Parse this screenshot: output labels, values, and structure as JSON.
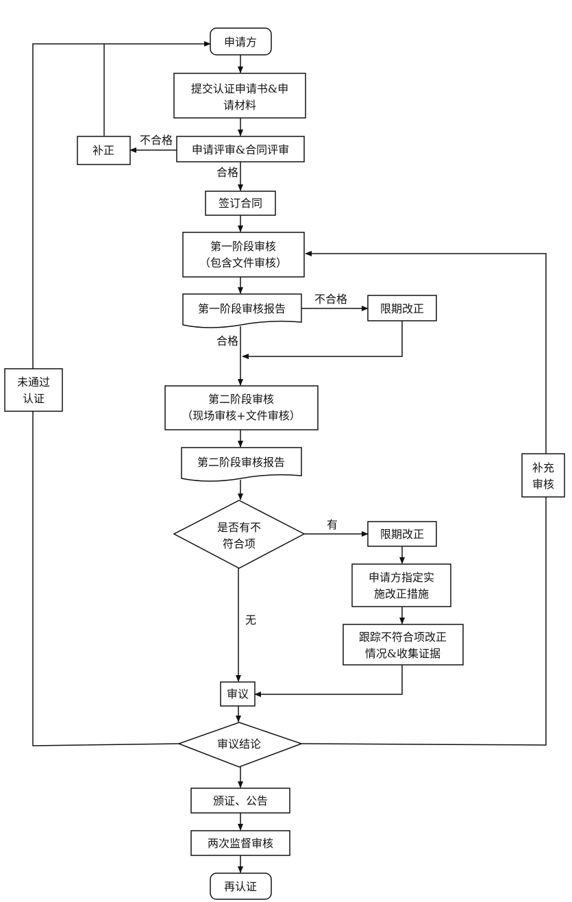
{
  "nodes": {
    "applicant": "申请方",
    "submit_1": "提交认证申请书&申",
    "submit_2": "请材料",
    "review": "申请评审&合同评审",
    "correction": "补正",
    "sign": "签订合同",
    "stage1_1": "第一阶段审核",
    "stage1_2": "（包含文件审核）",
    "stage1_report": "第一阶段审核报告",
    "rectify_1": "限期改正",
    "stage2_1": "第二阶段审核",
    "stage2_2": "（现场审核+文件审核）",
    "stage2_report": "第二阶段审核报告",
    "nonconform_1": "是否有不",
    "nonconform_2": "符合项",
    "rectify_2": "限期改正",
    "measures_1": "申请方指定实",
    "measures_2": "施改正措施",
    "track_1": "跟踪不符合项改正",
    "track_2": "情况&收集证据",
    "deliberation": "审议",
    "conclusion": "审议结论",
    "issue": "颁证、公告",
    "surveillance": "两次监督审核",
    "recert": "再认证",
    "failed_1": "未通过",
    "failed_2": "认证",
    "supplement_1": "补充",
    "supplement_2": "审核"
  },
  "edge_labels": {
    "unqualified_review": "不合格",
    "qualified_review": "合格",
    "unqualified_stage1": "不合格",
    "qualified_stage1": "合格",
    "has_nonconformity": "有",
    "no_nonconformity": "无"
  }
}
